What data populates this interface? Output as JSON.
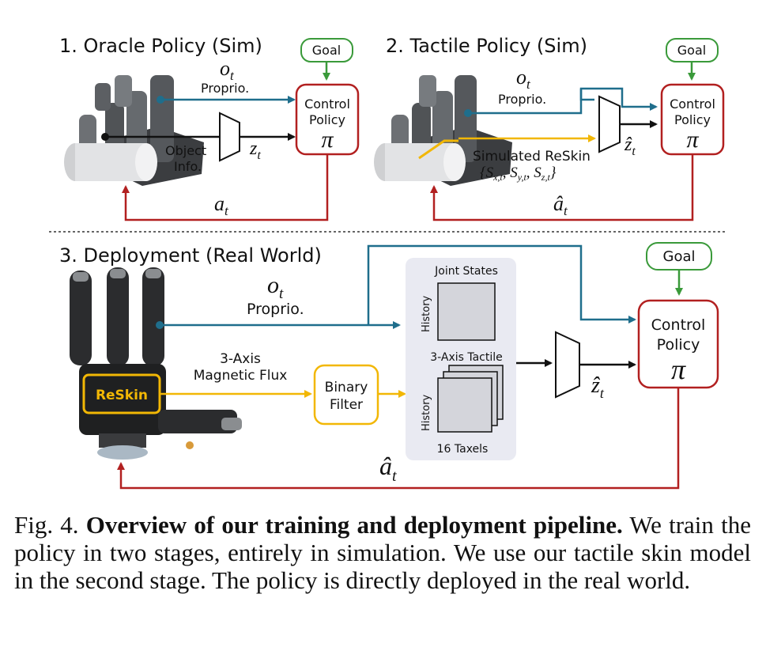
{
  "colors": {
    "proprio_blue": "#1f6e8c",
    "tactile_yellow": "#f2b705",
    "goal_green": "#3a9a3a",
    "policy_red": "#b22020",
    "panel_gray": "#e9eaf2"
  },
  "panel1": {
    "title": "1. Oracle Policy (Sim)",
    "goal": "Goal",
    "obs": "o",
    "obs_sub": "t",
    "proprio": "Proprio.",
    "object_info_1": "Object",
    "object_info_2": "Info.",
    "z": "z",
    "z_sub": "t",
    "control_1": "Control",
    "control_2": "Policy",
    "pi": "π",
    "action": "a",
    "action_sub": "t"
  },
  "panel2": {
    "title": "2. Tactile Policy (Sim)",
    "goal": "Goal",
    "obs": "o",
    "obs_sub": "t",
    "proprio": "Proprio.",
    "simulated": "Simulated ReSkin",
    "sensors": "{S",
    "sx_sub": "x,t",
    "sy": ", S",
    "sy_sub": "y,t",
    "sz": ", S",
    "sz_sub": "z,t",
    "close": "}",
    "zhat": "ẑ",
    "zhat_sub": "t",
    "control_1": "Control",
    "control_2": "Policy",
    "pi": "π",
    "action": "â",
    "action_sub": "t"
  },
  "panel3": {
    "title": "3. Deployment (Real World)",
    "goal": "Goal",
    "obs": "o",
    "obs_sub": "t",
    "proprio": "Proprio.",
    "flux_1": "3-Axis",
    "flux_2": "Magnetic Flux",
    "reskin": "ReSkin",
    "binary_1": "Binary",
    "binary_2": "Filter",
    "joint_states": "Joint States",
    "history_1": "History",
    "tactile_3axis": "3-Axis Tactile",
    "history_2": "History",
    "taxels": "16 Taxels",
    "zhat": "ẑ",
    "zhat_sub": "t",
    "control_1": "Control",
    "control_2": "Policy",
    "pi": "π",
    "action": "â",
    "action_sub": "t"
  },
  "caption": {
    "label": "Fig. 4.",
    "bold": "Overview of our training and deployment pipeline.",
    "text": "We train the policy in two stages, entirely in simulation. We use our tactile skin model in the second stage. The policy is directly deployed in the real world."
  }
}
